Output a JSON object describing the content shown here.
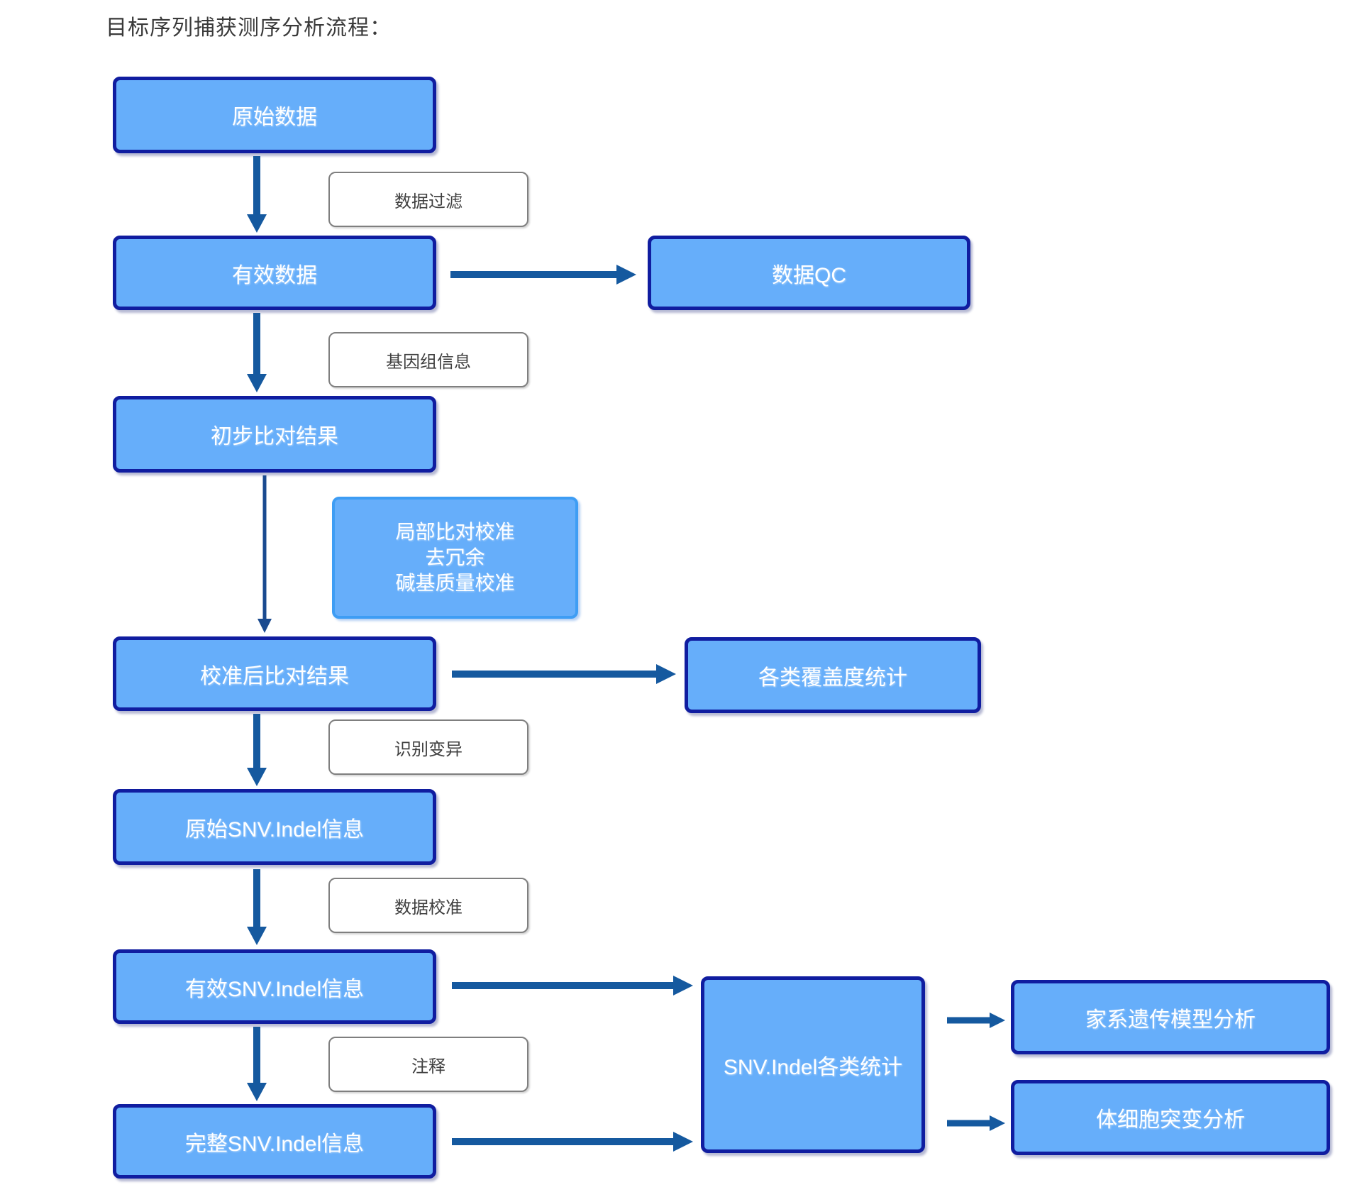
{
  "title": "目标序列捕获测序分析流程：",
  "nodes": {
    "raw_data": "原始数据",
    "valid_data": "有效数据",
    "initial_alignment": "初步比对结果",
    "calibrated_alignment": "校准后比对结果",
    "raw_snv_indel": "原始SNV.Indel信息",
    "valid_snv_indel": "有效SNV.Indel信息",
    "complete_snv_indel": "完整SNV.Indel信息",
    "data_qc": "数据QC",
    "coverage_stats": "各类覆盖度统计",
    "snv_indel_stats": "SNV.Indel各类统计",
    "pedigree_model_analysis": "家系遗传模型分析",
    "somatic_mutation_analysis": "体细胞突变分析"
  },
  "process_labels": {
    "data_filter": "数据过滤",
    "genome_info": "基因组信息",
    "realign_lines": [
      "局部比对校准",
      "去冗余",
      "碱基质量校准"
    ],
    "variant_calling": "识别变异",
    "data_calibration": "数据校准",
    "annotation": "注释"
  },
  "edges": [
    {
      "from": "原始数据",
      "to": "有效数据",
      "label": "数据过滤"
    },
    {
      "from": "有效数据",
      "to": "数据QC",
      "label": ""
    },
    {
      "from": "有效数据",
      "to": "初步比对结果",
      "label": "基因组信息"
    },
    {
      "from": "初步比对结果",
      "to": "校准后比对结果",
      "label": "局部比对校准 去冗余 碱基质量校准"
    },
    {
      "from": "校准后比对结果",
      "to": "各类覆盖度统计",
      "label": ""
    },
    {
      "from": "校准后比对结果",
      "to": "原始SNV.Indel信息",
      "label": "识别变异"
    },
    {
      "from": "原始SNV.Indel信息",
      "to": "有效SNV.Indel信息",
      "label": "数据校准"
    },
    {
      "from": "有效SNV.Indel信息",
      "to": "SNV.Indel各类统计",
      "label": ""
    },
    {
      "from": "有效SNV.Indel信息",
      "to": "完整SNV.Indel信息",
      "label": "注释"
    },
    {
      "from": "完整SNV.Indel信息",
      "to": "SNV.Indel各类统计",
      "label": ""
    },
    {
      "from": "SNV.Indel各类统计",
      "to": "家系遗传模型分析",
      "label": ""
    },
    {
      "from": "SNV.Indel各类统计",
      "to": "体细胞突变分析",
      "label": ""
    }
  ],
  "colors": {
    "canvas_bg": "#ffffff",
    "node_fill": "#66aefa",
    "node_border": "#101da0",
    "highlight_border": "#3e9df4",
    "arrow": "#15599f",
    "arrow_dark": "#1a4a8f",
    "label_border": "#7f7f7f",
    "label_text": "#3f3f3f",
    "title_text": "#3a3a3a",
    "node_text": "#ffffff"
  }
}
